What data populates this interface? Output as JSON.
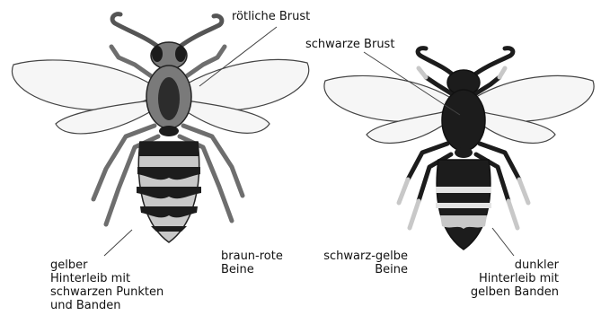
{
  "labels": {
    "red_thorax": "rötliche Brust",
    "black_thorax": "schwarze Brust",
    "yellow_abdomen": [
      "gelber",
      "Hinterleib mit",
      "schwarzen Punkten",
      "und Banden"
    ],
    "brown_red_legs": [
      "braun-rote",
      "Beine"
    ],
    "black_yellow_legs": [
      "schwarz-gelbe",
      "Beine"
    ],
    "dark_abdomen": [
      "dunkler",
      "Hinterleib mit",
      "gelben Banden"
    ]
  },
  "colors": {
    "wing_fill": "#f6f6f6",
    "outline": "#222222",
    "black_part": "#1c1c1c",
    "red_part": "#7a7a7a",
    "leg_brown": "#8a8a8a",
    "yellow_part": "#c8c8c8",
    "pale_band": "#e4e4e4"
  }
}
